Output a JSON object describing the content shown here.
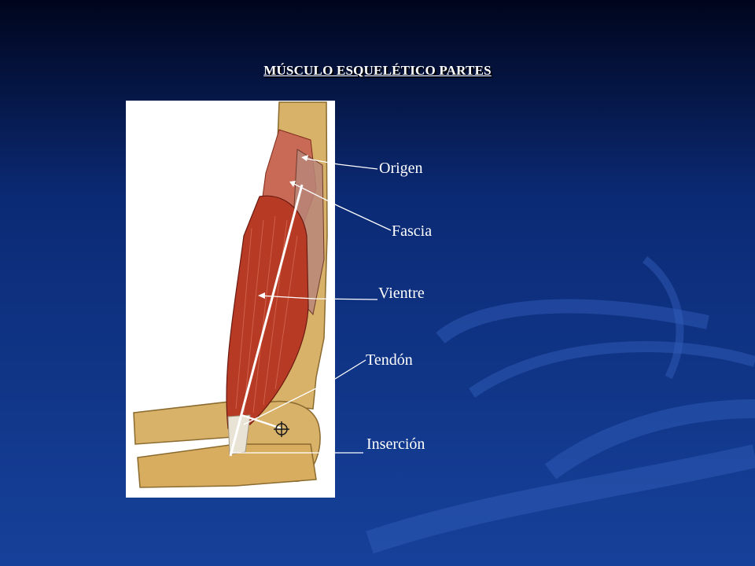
{
  "slide": {
    "title": "MÚSCULO ESQUELÉTICO  PARTES",
    "labels": {
      "origen": "Origen",
      "fascia": "Fascia",
      "vientre": "Vientre",
      "tendon": "Tendón",
      "insercion": "Inserción"
    }
  },
  "colors": {
    "background_top": "#00051c",
    "background_mid": "#0b2a75",
    "background_bottom": "#16419a",
    "swirl": "#2f5cb8",
    "label_text": "#ffffff",
    "leader_lines": "#ffffff",
    "muscle": "#b73a25",
    "bone": "#d9b26a",
    "figure_panel": "#ffffff"
  },
  "icons": [
    "swirl-decoration",
    "anatomical-illustration",
    "joint-axis-marker"
  ]
}
